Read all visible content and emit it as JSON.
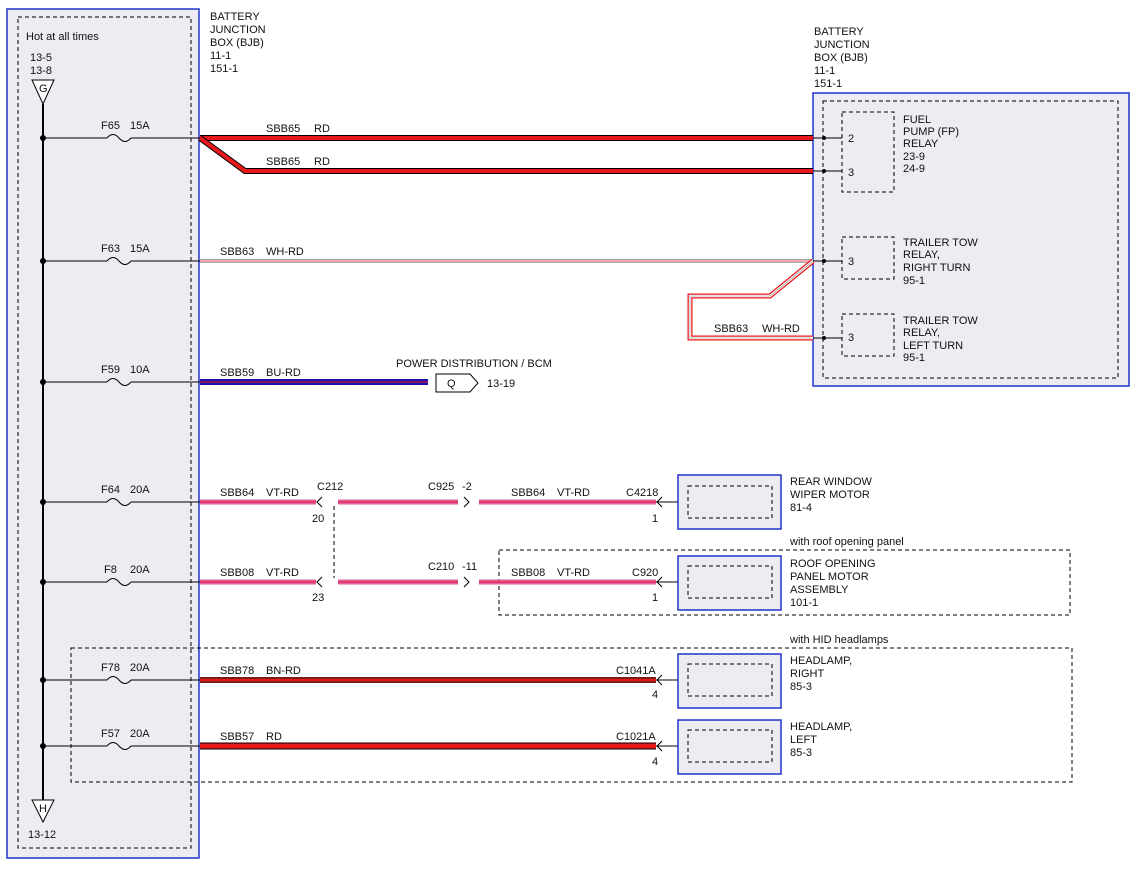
{
  "bjb_left": {
    "header": [
      "BATTERY",
      "JUNCTION",
      "BOX (BJB)",
      "11-1",
      "151-1"
    ],
    "hot_label": "Hot at all times",
    "top_refs": [
      "13-5",
      "13-8"
    ],
    "top_connector": "G",
    "bottom_connector": "H",
    "bottom_ref": "13-12"
  },
  "bjb_right": {
    "header": [
      "BATTERY",
      "JUNCTION",
      "BOX (BJB)",
      "11-1",
      "151-1"
    ]
  },
  "fuses": [
    {
      "name": "F65",
      "rating": "15A"
    },
    {
      "name": "F63",
      "rating": "15A"
    },
    {
      "name": "F59",
      "rating": "10A"
    },
    {
      "name": "F64",
      "rating": "20A"
    },
    {
      "name": "F8",
      "rating": "20A"
    },
    {
      "name": "F78",
      "rating": "20A"
    },
    {
      "name": "F57",
      "rating": "20A"
    }
  ],
  "circuits": {
    "sbb65_a": {
      "circuit": "SBB65",
      "color": "RD"
    },
    "sbb65_b": {
      "circuit": "SBB65",
      "color": "RD"
    },
    "sbb63_a": {
      "circuit": "SBB63",
      "color": "WH-RD"
    },
    "sbb63_b": {
      "circuit": "SBB63",
      "color": "WH-RD"
    },
    "sbb59": {
      "circuit": "SBB59",
      "color": "BU-RD"
    },
    "sbb64_a": {
      "circuit": "SBB64",
      "color": "VT-RD"
    },
    "sbb64_b": {
      "circuit": "SBB64",
      "color": "VT-RD"
    },
    "sbb08_a": {
      "circuit": "SBB08",
      "color": "VT-RD"
    },
    "sbb08_b": {
      "circuit": "SBB08",
      "color": "VT-RD"
    },
    "sbb78": {
      "circuit": "SBB78",
      "color": "BN-RD"
    },
    "sbb57": {
      "circuit": "SBB57",
      "color": "RD"
    }
  },
  "relays": [
    {
      "lines": [
        "FUEL",
        "PUMP (FP)",
        "RELAY",
        "23-9",
        "24-9"
      ],
      "pins": [
        "2",
        "3"
      ]
    },
    {
      "lines": [
        "TRAILER TOW",
        "RELAY,",
        "RIGHT TURN",
        "95-1"
      ],
      "pins": [
        "3"
      ]
    },
    {
      "lines": [
        "TRAILER TOW",
        "RELAY,",
        "LEFT TURN",
        "95-1"
      ],
      "pins": [
        "3"
      ]
    }
  ],
  "power_dist": {
    "label": "POWER DISTRIBUTION / BCM",
    "connector": "Q",
    "ref": "13-19"
  },
  "connectors": {
    "c212": "C212",
    "c212_pin_a": "20",
    "c212_pin_b": "23",
    "c925": "C925",
    "c925_pin": "-2",
    "c210": "C210",
    "c210_pin": "-11",
    "c4218": "C4218",
    "c4218_pin": "1",
    "c920": "C920",
    "c920_pin": "1",
    "c1041a": "C1041A",
    "c1041a_pin": "4",
    "c1021a": "C1021A",
    "c1021a_pin": "4"
  },
  "components": [
    {
      "lines": [
        "REAR WINDOW",
        "WIPER MOTOR",
        "81-4"
      ]
    },
    {
      "lines": [
        "ROOF OPENING",
        "PANEL MOTOR",
        "ASSEMBLY",
        "101-1"
      ]
    },
    {
      "lines": [
        "HEADLAMP,",
        "RIGHT",
        "85-3"
      ]
    },
    {
      "lines": [
        "HEADLAMP,",
        "LEFT",
        "85-3"
      ]
    }
  ],
  "options": {
    "roof": "with roof opening panel",
    "hid": "with HID headlamps"
  },
  "wire_colors": {
    "rd": "#e8191c",
    "bu": "#1c12a8",
    "vt": "#e25fa6",
    "bn": "#7a1f12",
    "box_border": "#2233cc",
    "box_fill": "#ececf2"
  }
}
